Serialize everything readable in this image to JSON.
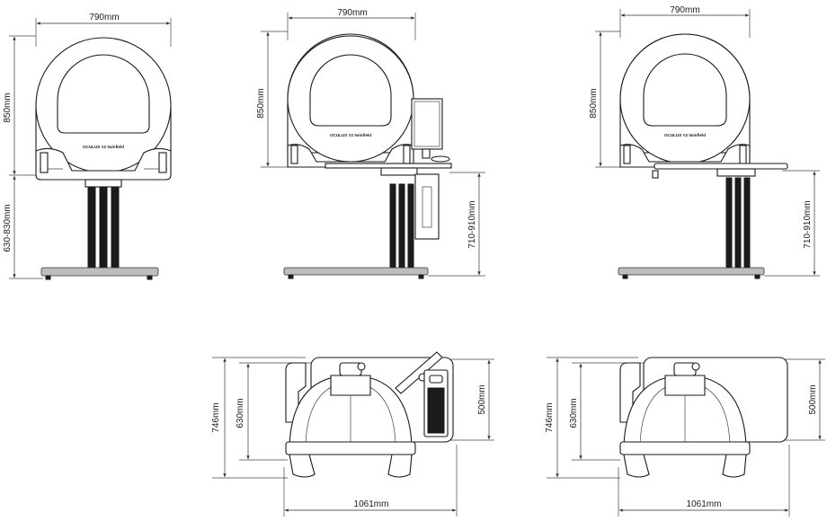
{
  "brand": "OCULUS ⁝⁝2 twinfield",
  "views": {
    "front": {
      "width": "790mm",
      "height": "850mm",
      "stand_height": "630-830mm"
    },
    "front_desk": {
      "width": "790mm",
      "height": "850mm",
      "stand_height": "710-910mm"
    },
    "front_table": {
      "width": "790mm",
      "height": "850mm",
      "stand_height": "710-910mm"
    },
    "top_desk": {
      "depth": "746mm",
      "bowl_depth": "630mm",
      "table_depth": "500mm",
      "width": "1061mm"
    },
    "top_table": {
      "depth": "746mm",
      "bowl_depth": "630mm",
      "table_depth": "500mm",
      "width": "1061mm"
    }
  }
}
